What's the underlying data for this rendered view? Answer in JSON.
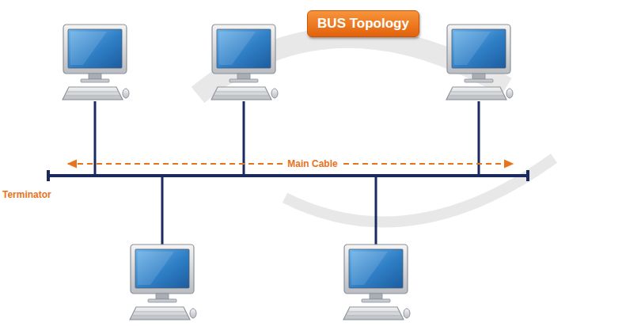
{
  "diagram": {
    "title": "BUS Topology",
    "labels": [
      "Main Cable",
      "Terminator"
    ]
  }
}
